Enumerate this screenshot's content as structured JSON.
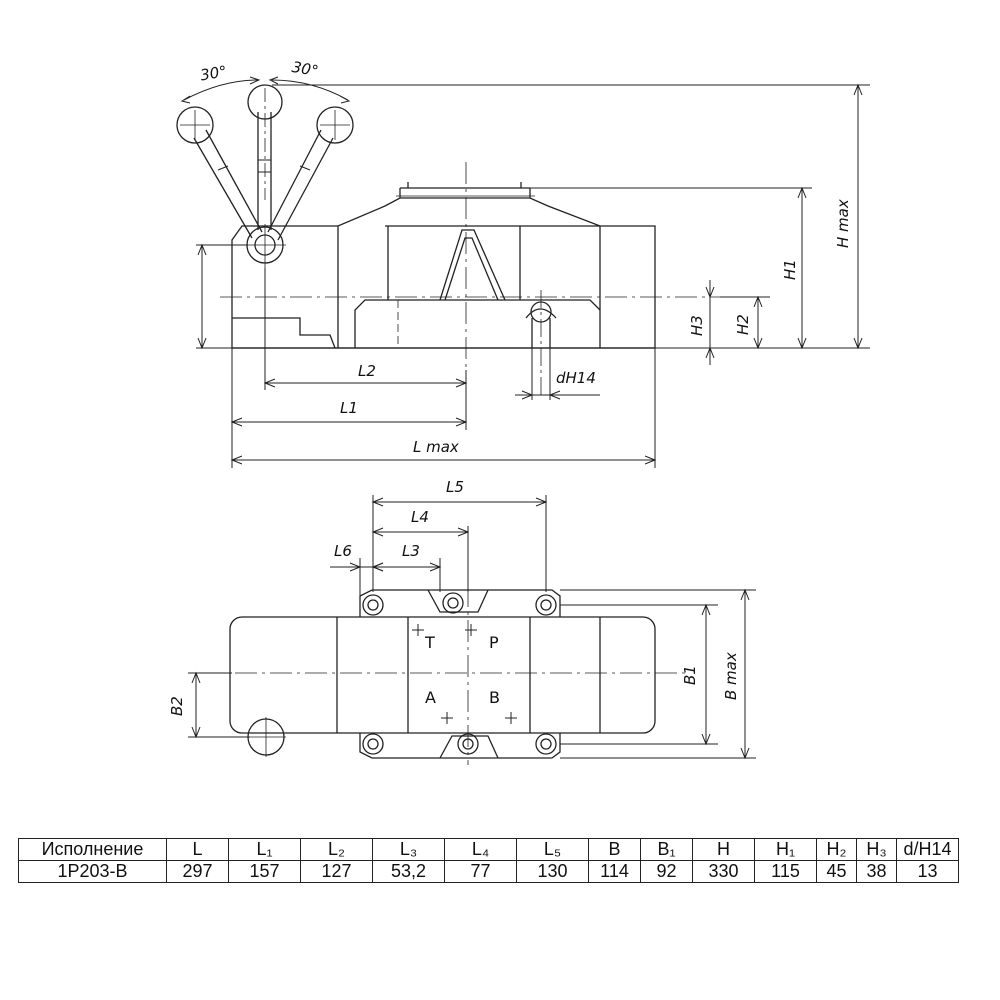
{
  "drawing": {
    "angle_left": "30°",
    "angle_right": "30°",
    "side_view_labels": {
      "h_max": "H max",
      "h1": "H1",
      "h2": "H2",
      "h3": "H3",
      "d": "dH14",
      "l2": "L2",
      "l1": "L1",
      "l_max": "L max"
    },
    "top_view_labels": {
      "l5": "L5",
      "l4": "L4",
      "l6": "L6",
      "l3": "L3",
      "b1": "B1",
      "b_max": "B max",
      "b2": "B2"
    },
    "ports": {
      "t": "T",
      "p": "P",
      "a": "A",
      "b": "B"
    }
  },
  "table": {
    "headers": [
      "Исполнение",
      "L",
      "L₁",
      "L₂",
      "L₃",
      "L₄",
      "L₅",
      "B",
      "B₁",
      "H",
      "H₁",
      "H₂",
      "H₃",
      "d/H14"
    ],
    "rows": [
      [
        "1P203-B",
        "297",
        "157",
        "127",
        "53,2",
        "77",
        "130",
        "114",
        "92",
        "330",
        "115",
        "45",
        "38",
        "13"
      ]
    ]
  }
}
